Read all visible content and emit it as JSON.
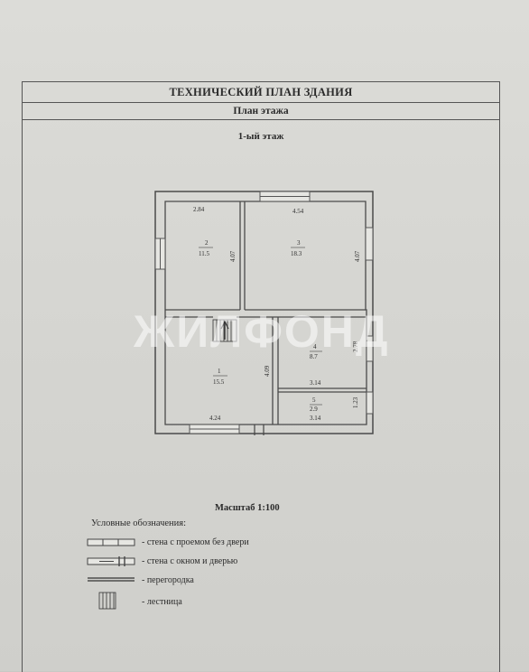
{
  "header": {
    "title": "ТЕХНИЧЕСКИЙ ПЛАН ЗДАНИЯ",
    "subtitle": "План этажа",
    "floor": "1-ый этаж"
  },
  "rooms": [
    {
      "number": "2",
      "area": "11.5",
      "width": "2.84",
      "height": "4.07"
    },
    {
      "number": "3",
      "area": "18.3",
      "width": "4.54",
      "height": "4.07"
    },
    {
      "number": "1",
      "area": "15.5",
      "width": "4.24",
      "height": "4.09"
    },
    {
      "number": "4",
      "area": "8.7",
      "width": "3.14",
      "height": "2.78"
    },
    {
      "number": "5",
      "area": "2.9",
      "width": "3.14",
      "height": "1.23"
    }
  ],
  "scale": "Масштаб 1:100",
  "legend": {
    "title": "Условные обозначения:",
    "items": [
      {
        "icon": "wall-opening-icon",
        "label": "- стена с проемом без двери"
      },
      {
        "icon": "wall-door-icon",
        "label": "- стена с окном и дверью"
      },
      {
        "icon": "partition-icon",
        "label": "- перегородка"
      },
      {
        "icon": "stairs-icon",
        "label": "- лестница"
      }
    ]
  },
  "watermark": "ЖИЛФОНД"
}
